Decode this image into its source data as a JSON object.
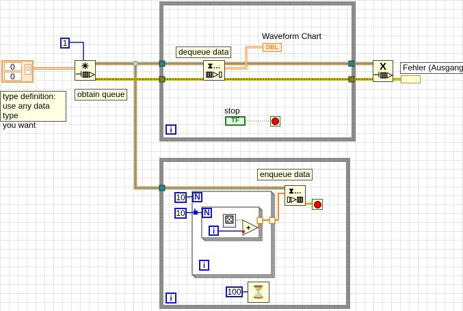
{
  "cluster_constant": {
    "values": [
      "0",
      "0"
    ],
    "element": "0"
  },
  "type_def_note": "type definition:\nuse any data type\nyou want",
  "queue_size_constant": "1",
  "obtain_queue": {
    "label": "obtain queue",
    "icon": "obtain-queue-icon"
  },
  "consumer_loop": {
    "dequeue": {
      "label": "dequeue data",
      "icon": "dequeue-icon",
      "glyph": "⧗…"
    },
    "chart": {
      "label": "Waveform Chart",
      "type": "DBL"
    },
    "stop": {
      "label": "stop",
      "type": "TF"
    },
    "iteration": "i"
  },
  "release_queue": {
    "icon": "release-queue-icon",
    "glyph": "X"
  },
  "error_out": {
    "label": "Fehler (Ausgang)"
  },
  "producer_loop": {
    "enqueue": {
      "label": "enqueue data",
      "icon": "enqueue-icon",
      "glyph": "⧗…"
    },
    "outer_count": "10",
    "inner_count": "10",
    "count_terminal": "N",
    "inner_iteration": "i",
    "outer_iteration": "i",
    "iteration": "i",
    "add_glyph": "+",
    "wait_ms": "100"
  },
  "colors": {
    "loop_border": "#8c8c8c",
    "queue_wire": "#d9a060",
    "queue_wire_inner": "#3aa0a0",
    "error_wire": "#d8c800",
    "numeric_constant": "#1016c8",
    "orange_wire": "#f08a20",
    "stop_green": "#2a7a2a"
  }
}
